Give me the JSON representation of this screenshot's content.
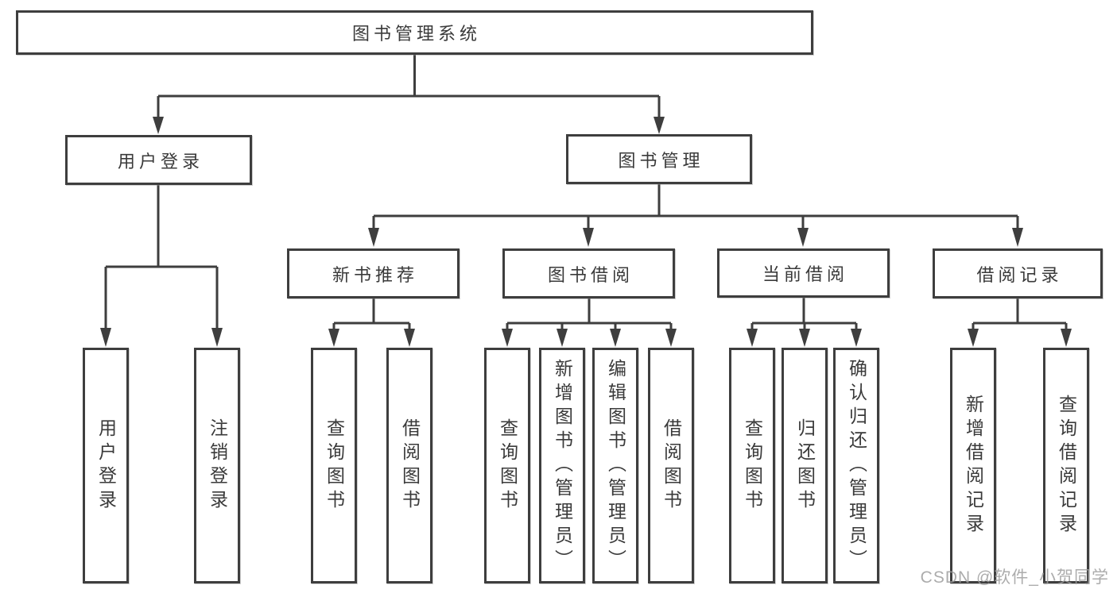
{
  "diagram_title": "图书管理系统",
  "tree": {
    "root": {
      "label": "图书管理系统"
    },
    "branches": [
      {
        "label": "用户登录",
        "children": [
          {
            "label": "用户登录"
          },
          {
            "label": "注销登录"
          }
        ]
      },
      {
        "label": "图书管理",
        "children": [
          {
            "label": "新书推荐",
            "children": [
              {
                "label": "查询图书"
              },
              {
                "label": "借阅图书"
              }
            ]
          },
          {
            "label": "图书借阅",
            "children": [
              {
                "label": "查询图书"
              },
              {
                "label": "新增图书（管理员）"
              },
              {
                "label": "编辑图书（管理员）"
              },
              {
                "label": "借阅图书"
              }
            ]
          },
          {
            "label": "当前借阅",
            "children": [
              {
                "label": "查询图书"
              },
              {
                "label": "归还图书"
              },
              {
                "label": "确认归还（管理员）"
              }
            ]
          },
          {
            "label": "借阅记录",
            "children": [
              {
                "label": "新增借阅记录"
              },
              {
                "label": "查询借阅记录"
              }
            ]
          }
        ]
      }
    ]
  },
  "watermark": {
    "text": "CSDN @软件_小贺同学"
  },
  "colors": {
    "line": "#3e3e3e",
    "box_border": "#3e3e3e",
    "text": "#3a3a3a",
    "watermark": "#9e9e9e",
    "background": "#ffffff"
  }
}
